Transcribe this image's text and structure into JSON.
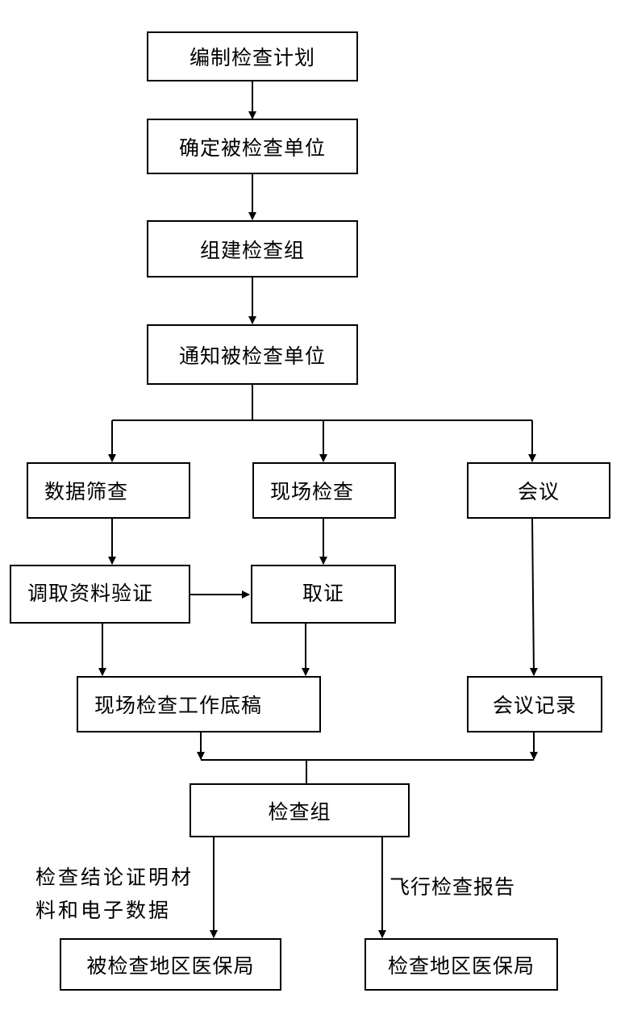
{
  "nodes": {
    "plan": "编制检查计划",
    "determine": "确定被检查单位",
    "group": "组建检查组",
    "notify": "通知被检查单位",
    "data_screen": "数据筛查",
    "onsite": "现场检查",
    "meeting": "会议",
    "retrieve": "调取资料验证",
    "evidence": "取证",
    "worksheet": "现场检查工作底稿",
    "minutes": "会议记录",
    "team": "检查组",
    "local_bureau": "被检查地区医保局",
    "region_bureau": "检查地区医保局"
  },
  "edge_labels": {
    "conclusion_line1": "检查结论证明材",
    "conclusion_line2": "料和电子数据",
    "report": "飞行检查报告"
  }
}
